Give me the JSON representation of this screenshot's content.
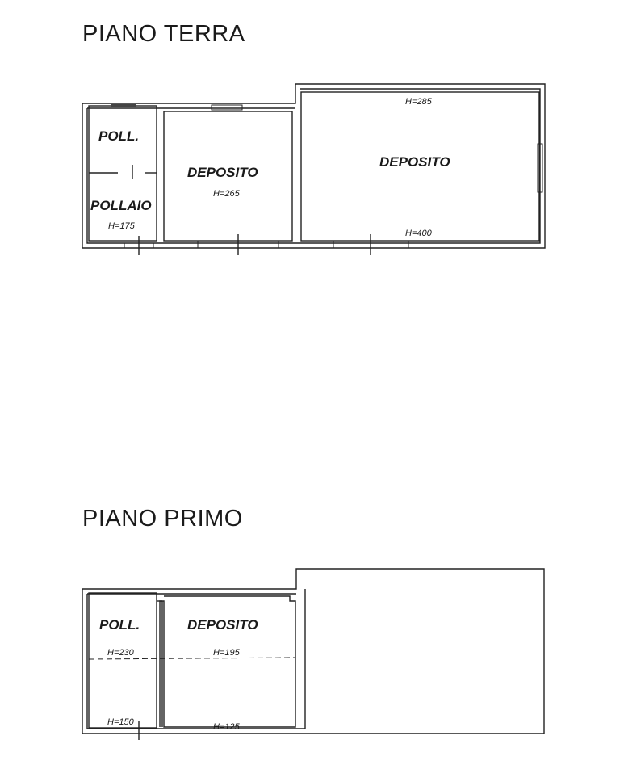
{
  "ground_floor": {
    "title": "PIANO TERRA",
    "rooms": [
      {
        "label": "POLL."
      },
      {
        "label": "POLLAIO",
        "height": "H=175"
      },
      {
        "label": "DEPOSITO",
        "height": "H=265"
      },
      {
        "label": "DEPOSITO",
        "height_top": "H=285",
        "height_bottom": "H=400"
      }
    ]
  },
  "first_floor": {
    "title": "PIANO PRIMO",
    "rooms": [
      {
        "label": "POLL.",
        "height_top": "H=230",
        "height_bottom": "H=150"
      },
      {
        "label": "DEPOSITO",
        "height_top": "H=195",
        "height_bottom": "H=125"
      }
    ]
  }
}
